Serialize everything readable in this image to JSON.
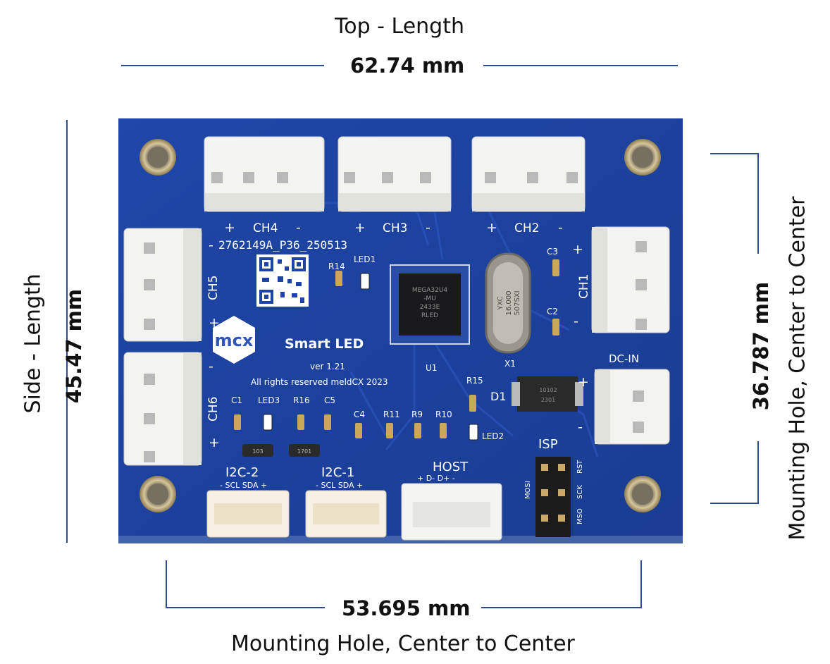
{
  "top": {
    "title": "Top - Length",
    "value": "62.74 mm"
  },
  "side": {
    "title": "Side - Length",
    "value": "45.47 mm"
  },
  "bottom": {
    "value": "53.695 mm",
    "caption": "Mounting Hole, Center to Center"
  },
  "right": {
    "value": "36.787  mm",
    "caption": "Mounting Hole, Center to Center"
  },
  "board": {
    "part_number": "2762149A_P36_250513",
    "product": "Smart LED",
    "version": "ver 1.21",
    "copyright": "All rights reserved meldCX 2023",
    "logo": "mcx",
    "chip_lines": [
      "MEGA32U4",
      "-MU",
      "2433E",
      "RLED"
    ],
    "crystal_lines": [
      "YXC",
      "16.000",
      "507SXI"
    ],
    "channels": {
      "ch4": "CH4",
      "ch3": "CH3",
      "ch2": "CH2",
      "ch1": "CH1",
      "ch5": "CH5",
      "ch6": "CH6"
    },
    "plus": "+",
    "minus": "-",
    "dc_in": "DC-IN",
    "i2c2": "I2C-2",
    "i2c1": "I2C-1",
    "i2c_pins": "- SCL SDA +",
    "host": "HOST",
    "host_pins": "+  D-  D+  -",
    "isp": "ISP",
    "isp_pins_left": "MOSI",
    "isp_pins_right_top": "RST",
    "isp_pins_right_mid": "SCK",
    "isp_pins_right_bot": "MSO",
    "parts": {
      "r14": "R14",
      "led1": "LED1",
      "u1": "U1",
      "x1": "X1",
      "c3": "C3",
      "c2": "C2",
      "r15": "R15",
      "d1": "D1",
      "c1": "C1",
      "led3": "LED3",
      "r16": "R16",
      "c5": "C5",
      "c4": "C4",
      "r11": "R11",
      "r9": "R9",
      "r10": "R10",
      "led2": "LED2"
    },
    "resistor_codes": [
      "103",
      "1701"
    ],
    "diode_codes": [
      "10102",
      "2301"
    ],
    "colors": {
      "pcb": "#1e45a6",
      "connector": "#f3f3f0",
      "pad": "#c9a86a",
      "silk": "#ffffff"
    }
  }
}
